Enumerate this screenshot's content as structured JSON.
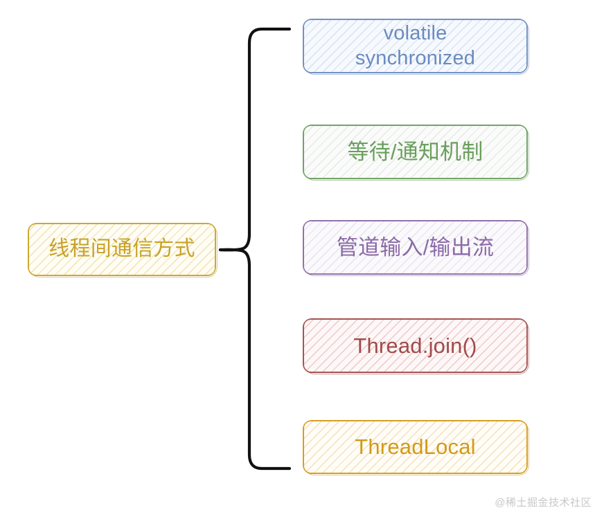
{
  "diagram": {
    "type": "mind-map",
    "root": {
      "label": "线程间通信方式",
      "border_color": "#c9a227"
    },
    "connector": {
      "style": "curly-brace",
      "color": "#111111"
    },
    "leaves": [
      {
        "label": "volatile\nsynchronized",
        "border_color": "#6a8bc0"
      },
      {
        "label": "等待/通知机制",
        "border_color": "#6a9e5c"
      },
      {
        "label": "管道输入/输出流",
        "border_color": "#8b6aa8"
      },
      {
        "label": "Thread.join()",
        "border_color": "#a14a4a"
      },
      {
        "label": "ThreadLocal",
        "border_color": "#d49a16"
      }
    ]
  },
  "watermark": {
    "text": "@稀土掘金技术社区"
  }
}
